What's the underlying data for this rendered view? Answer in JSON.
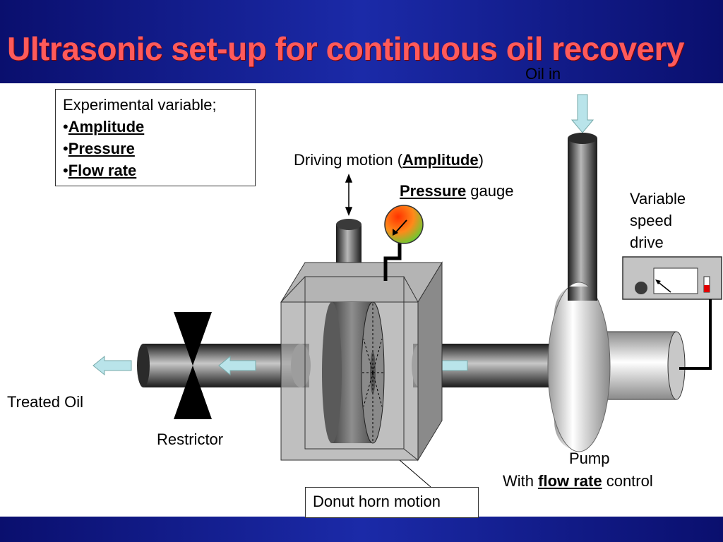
{
  "slide": {
    "title": "Ultrasonic set-up for continuous oil recovery"
  },
  "variables_box": {
    "heading": "Experimental variable;",
    "bullet": "•",
    "items": [
      "Amplitude",
      "Pressure",
      "Flow rate"
    ]
  },
  "labels": {
    "oil_in": "Oil in",
    "driving_motion_prefix": "Driving motion (",
    "driving_motion_bold": "Amplitude",
    "driving_motion_suffix": ")",
    "pressure_bold": "Pressure",
    "pressure_suffix": " gauge",
    "vsd_line1": "Variable",
    "vsd_line2": "speed",
    "vsd_line3": "drive",
    "treated_oil": "Treated Oil",
    "restrictor": "Restrictor",
    "pump_line1": "Pump",
    "pump_line2_prefix": "With ",
    "pump_line2_bold": "flow rate",
    "pump_line2_suffix": " control",
    "donut": "Donut horn motion"
  },
  "colors": {
    "header_blue": "#0a0f6e",
    "title_red": "#ff5a5a",
    "arrow_fill": "#b9e4ea",
    "gauge_red": "#ff3300",
    "gauge_green": "#66cc33"
  }
}
